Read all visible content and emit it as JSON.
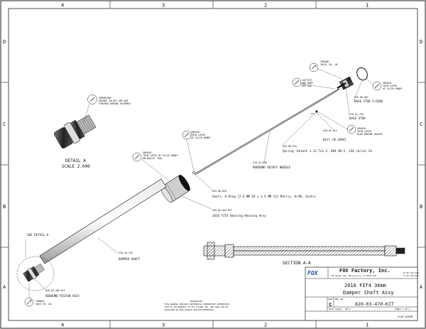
{
  "zones": {
    "columns": [
      "4",
      "3",
      "2",
      "1"
    ],
    "rows": [
      "D",
      "C",
      "B",
      "A"
    ]
  },
  "callouts": {
    "torque_top": [
      "TORQUE:",
      "2N(0) IN. LB."
    ],
    "loctite": [
      "LOCTITE:",
      "ONE DROP",
      "RED 262"
    ],
    "grease_top_right": [
      "GREASE:",
      "THIN LAYER",
      "OF SLICK HONEY"
    ],
    "base_stud_oring_pn": "025-08-007",
    "base_stud_oring": "BASE STUD O-RING",
    "base_stud_pn": "210-22-755",
    "base_stud": "BASE STUD",
    "grease_ball": [
      "GREASE:",
      "THIN LAYER",
      "BLUE MARINE GREASE"
    ],
    "ball_pn": "010-01-012",
    "ball": "Ball [Ø.1094]",
    "spring_pn": "039-90-344",
    "spring": "Spring: Detent 1.12 TLG X .094 OD X .236 lb/inl SS",
    "important": [
      "IMPORTANT:",
      "ENSURE VALVES ARE NOT",
      "PINCHED DURING ASSEMBLY"
    ],
    "detail_a": "DETAIL A",
    "detail_a_scale": "SCALE 2.000",
    "grease_mid": [
      "GREASE:",
      "THIN LAYER",
      "OF SLICK HONEY"
    ],
    "needle_pn": "210-22-856",
    "needle": "REBOUND ADJUST NEEDLE",
    "grease_bushing": [
      "GREASE:",
      "THIN LAYER OF SLICK HONEY",
      "ON BULLET TOOL"
    ],
    "oring_pn": "029-08-026",
    "oring": "Seals: O-Ring [2.6 MM ID x 1.5 MM CS] Metric, N-90, Static",
    "bearing_pn": "820-03-464-KIT",
    "bearing": "2016 FIT4 Bearing Housing Assy",
    "see_detail": "SEE DETAIL  A",
    "shaft_pn": "220-10-126",
    "shaft": "DAMPER SHAFT",
    "piston_pn": "820-03-465-KIT",
    "piston": "REBOUND PISTON ASSY",
    "torque_bottom": [
      "TORQUE:",
      "30±5 IN. LB."
    ],
    "section": "SECTION  A-A"
  },
  "title_block": {
    "logo": "FOX",
    "company": "FOX Factory, Inc.",
    "address": "130 Hangar Way, Watsonville, CA 95076 USA",
    "phone": "Ph 831-768-1100",
    "fax": "Fx 831-768-9312",
    "title_line1": "2016 FIT4 36mm",
    "title_line2": "Damper Shaft  Assy",
    "size_label": "SIZE",
    "size": "C",
    "dwg_no_label": "DWG. NO.",
    "dwg_no": "820-03-470-KIT",
    "scale": "PLOT SCALE: .08:1",
    "sheet": "SHEET 1 OF 1",
    "proprietary": [
      "PROPRIETARY",
      "THIS DRAWING CONTAINS CONFIDENTIAL PROPRIETARY INFORMATION",
      "THAT IS THE PROPERTY OF FOX FACTORY INC. AND SHALL NOT BE",
      "DISCLOSED OR USED WITHOUT WRITTEN PERMISSION"
    ],
    "footer": "ProE ASSEM"
  }
}
